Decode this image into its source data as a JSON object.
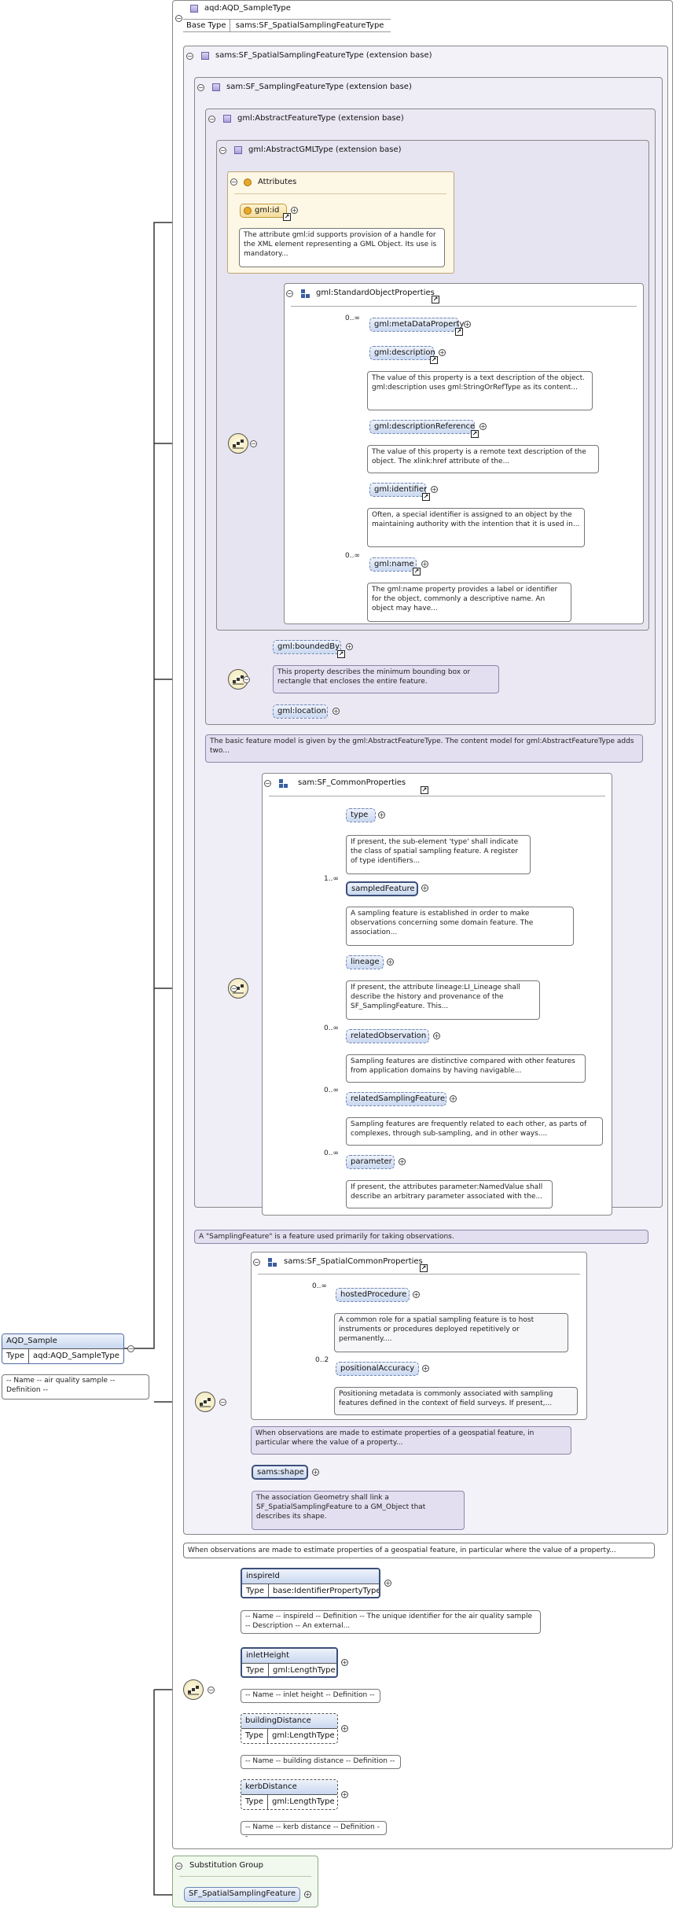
{
  "root": {
    "name": "aqd:AQD_SampleType",
    "base_type_label": "Base Type",
    "base_type_value": "sams:SF_SpatialSamplingFeatureType"
  },
  "element": {
    "name": "AQD_Sample",
    "type_label": "Type",
    "type_value": "aqd:AQD_SampleType",
    "doc": "-- Name -- air quality sample -- Definition --"
  },
  "extensions": {
    "sams": "sams:SF_SpatialSamplingFeatureType (extension base)",
    "sam": "sam:SF_SamplingFeatureType (extension base)",
    "gmlFeature": "gml:AbstractFeatureType (extension base)",
    "gmlGML": "gml:AbstractGMLType (extension base)"
  },
  "attributes": {
    "title": "Attributes",
    "gml_id": "gml:id",
    "gml_id_doc": "The attribute gml:id supports provision of a handle for the XML element representing a GML Object. Its use is mandatory..."
  },
  "standardObjectProperties": {
    "title": "gml:StandardObjectProperties",
    "items": [
      {
        "name": "gml:metaDataProperty",
        "occ": "0..∞",
        "doc": ""
      },
      {
        "name": "gml:description",
        "occ": "",
        "doc": "The value of this property is a text description of the object. gml:description uses gml:StringOrRefType as its content..."
      },
      {
        "name": "gml:descriptionReference",
        "occ": "",
        "doc": "The value of this property is a remote text description of the object. The xlink:href attribute of the..."
      },
      {
        "name": "gml:identifier",
        "occ": "",
        "doc": "Often, a special identifier is assigned to an object by the maintaining authority with the intention that it is used in..."
      },
      {
        "name": "gml:name",
        "occ": "0..∞",
        "doc": "The gml:name property provides a label or identifier for the object, commonly a descriptive name. An object may have..."
      }
    ]
  },
  "boundedBy": {
    "name": "gml:boundedBy",
    "doc": "This property describes the minimum bounding box or rectangle that encloses the entire feature."
  },
  "location": {
    "name": "gml:location"
  },
  "featureNote": "The basic feature model is given by the gml:AbstractFeatureType. The content model for gml:AbstractFeatureType adds two...",
  "commonProperties": {
    "title": "sam:SF_CommonProperties",
    "items": [
      {
        "name": "type",
        "occ": "",
        "doc": "If present, the sub-element 'type' shall indicate the class of spatial sampling feature. A register of type identifiers..."
      },
      {
        "name": "sampledFeature",
        "occ": "1..∞",
        "doc": "A sampling feature is established in order to make observations concerning some domain feature. The association..."
      },
      {
        "name": "lineage",
        "occ": "",
        "doc": "If present, the attribute lineage:LI_Lineage shall describe the history and provenance of the SF_SamplingFeature. This..."
      },
      {
        "name": "relatedObservation",
        "occ": "0..∞",
        "doc": "Sampling features are distinctive compared with other features from application domains by having navigable..."
      },
      {
        "name": "relatedSamplingFeature",
        "occ": "0..∞",
        "doc": "Sampling features are frequently related to each other, as parts of complexes, through sub-sampling, and in other ways...."
      },
      {
        "name": "parameter",
        "occ": "0..∞",
        "doc": "If present, the attributes parameter:NamedValue shall describe an arbitrary parameter associated with the..."
      }
    ]
  },
  "samplingFeatureNote": "A \"SamplingFeature\" is a feature used primarily for taking observations.",
  "spatialCommonProperties": {
    "title": "sams:SF_SpatialCommonProperties",
    "items": [
      {
        "name": "hostedProcedure",
        "occ": "0..∞",
        "doc": "A common role for a spatial sampling feature is to host instruments or procedures deployed repetitively or permanently...."
      },
      {
        "name": "positionalAccuracy",
        "occ": "0..2",
        "doc": "Positioning metadata is commonly associated with sampling features defined in the context of field surveys. If present,..."
      }
    ],
    "note": "When observations are made to estimate properties of a geospatial feature, in particular where the value of a property..."
  },
  "shape": {
    "name": "sams:shape",
    "doc": "The association Geometry shall link a SF_SpatialSamplingFeature to a GM_Object that describes its shape."
  },
  "spatialNote": "When observations are made to estimate properties of a geospatial feature, in particular where the value of a property...",
  "aqdElements": [
    {
      "name": "inspireId",
      "type_label": "Type",
      "type_value": "base:IdentifierPropertyType",
      "doc": "-- Name -- inspireId -- Definition -- The unique identifier for the air quality sample -- Description -- An external..."
    },
    {
      "name": "inletHeight",
      "type_label": "Type",
      "type_value": "gml:LengthType",
      "doc": "-- Name -- inlet height -- Definition --"
    },
    {
      "name": "buildingDistance",
      "type_label": "Type",
      "type_value": "gml:LengthType",
      "doc": "-- Name -- building distance -- Definition --"
    },
    {
      "name": "kerbDistance",
      "type_label": "Type",
      "type_value": "gml:LengthType",
      "doc": "-- Name -- kerb distance -- Definition --"
    }
  ],
  "substitution": {
    "title": "Substitution Group",
    "name": "SF_SpatialSamplingFeature"
  },
  "colors": {
    "extensionFill": "#f1eff8",
    "attributesFill": "#fdf7e6",
    "substitutionFill": "#f1f9ee",
    "elementFill": "#d5e0f3"
  }
}
